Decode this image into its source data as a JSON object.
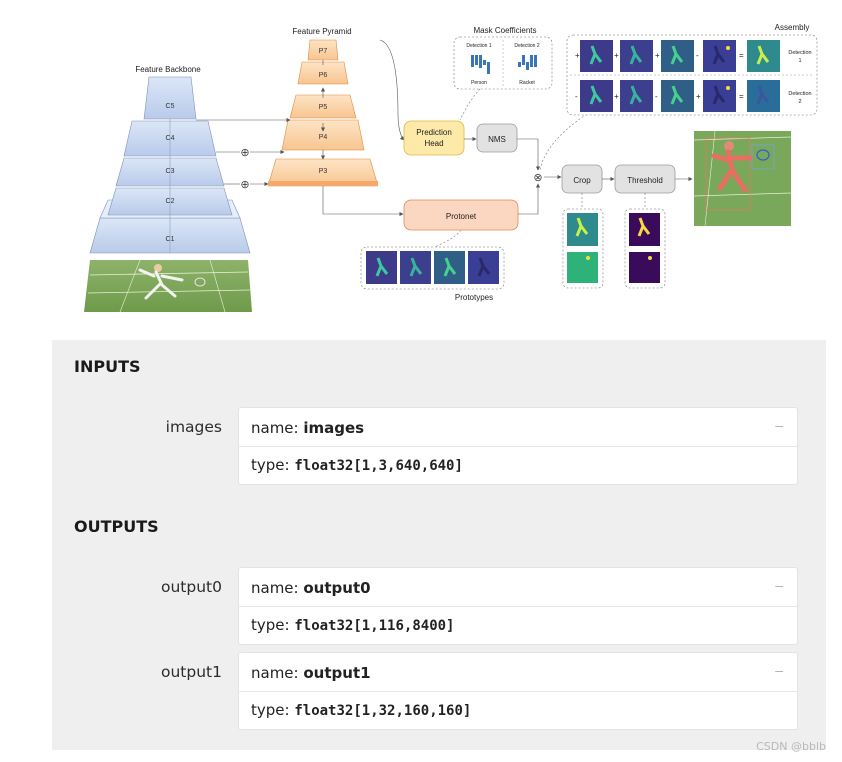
{
  "diagram": {
    "backbone_title": "Feature Backbone",
    "backbone_layers": [
      "C5",
      "C4",
      "C3",
      "C2",
      "C1"
    ],
    "pyramid_title": "Feature Pyramid",
    "pyramid_layers": [
      "P7",
      "P6",
      "P5",
      "P4",
      "P3"
    ],
    "mask_coeff_title": "Mask Coefficients",
    "detection1_label": "Detection 1",
    "detection2_label": "Detection 2",
    "person_label": "Person",
    "racket_label": "Racket",
    "prediction_head_line1": "Prediction",
    "prediction_head_line2": "Head",
    "nms_label": "NMS",
    "protonet_label": "Protonet",
    "prototypes_label": "Prototypes",
    "assembly_title": "Assembly",
    "assembly_det1_line1": "Detection",
    "assembly_det1_line2": "1",
    "assembly_det2_line1": "Detection",
    "assembly_det2_line2": "2",
    "assembly_row1_ops": [
      "+",
      "+",
      "+",
      "-",
      "="
    ],
    "assembly_row2_ops": [
      "-",
      "+",
      "-",
      "+",
      "="
    ],
    "crop_label": "Crop",
    "threshold_label": "Threshold",
    "sum_symbol": "⊕",
    "mult_symbol": "⊗"
  },
  "inputs": {
    "title": "INPUTS",
    "items": [
      {
        "label": "images",
        "name_prefix": "name: ",
        "name": "images",
        "type_prefix": "type: ",
        "type": "float32[1,3,640,640]",
        "dash": "–"
      }
    ]
  },
  "outputs": {
    "title": "OUTPUTS",
    "items": [
      {
        "label": "output0",
        "name_prefix": "name: ",
        "name": "output0",
        "type_prefix": "type: ",
        "type": "float32[1,116,8400]",
        "dash": "–"
      },
      {
        "label": "output1",
        "name_prefix": "name: ",
        "name": "output1",
        "type_prefix": "type: ",
        "type": "float32[1,32,160,160]",
        "dash": "–"
      }
    ]
  },
  "watermark": "CSDN @bblb"
}
